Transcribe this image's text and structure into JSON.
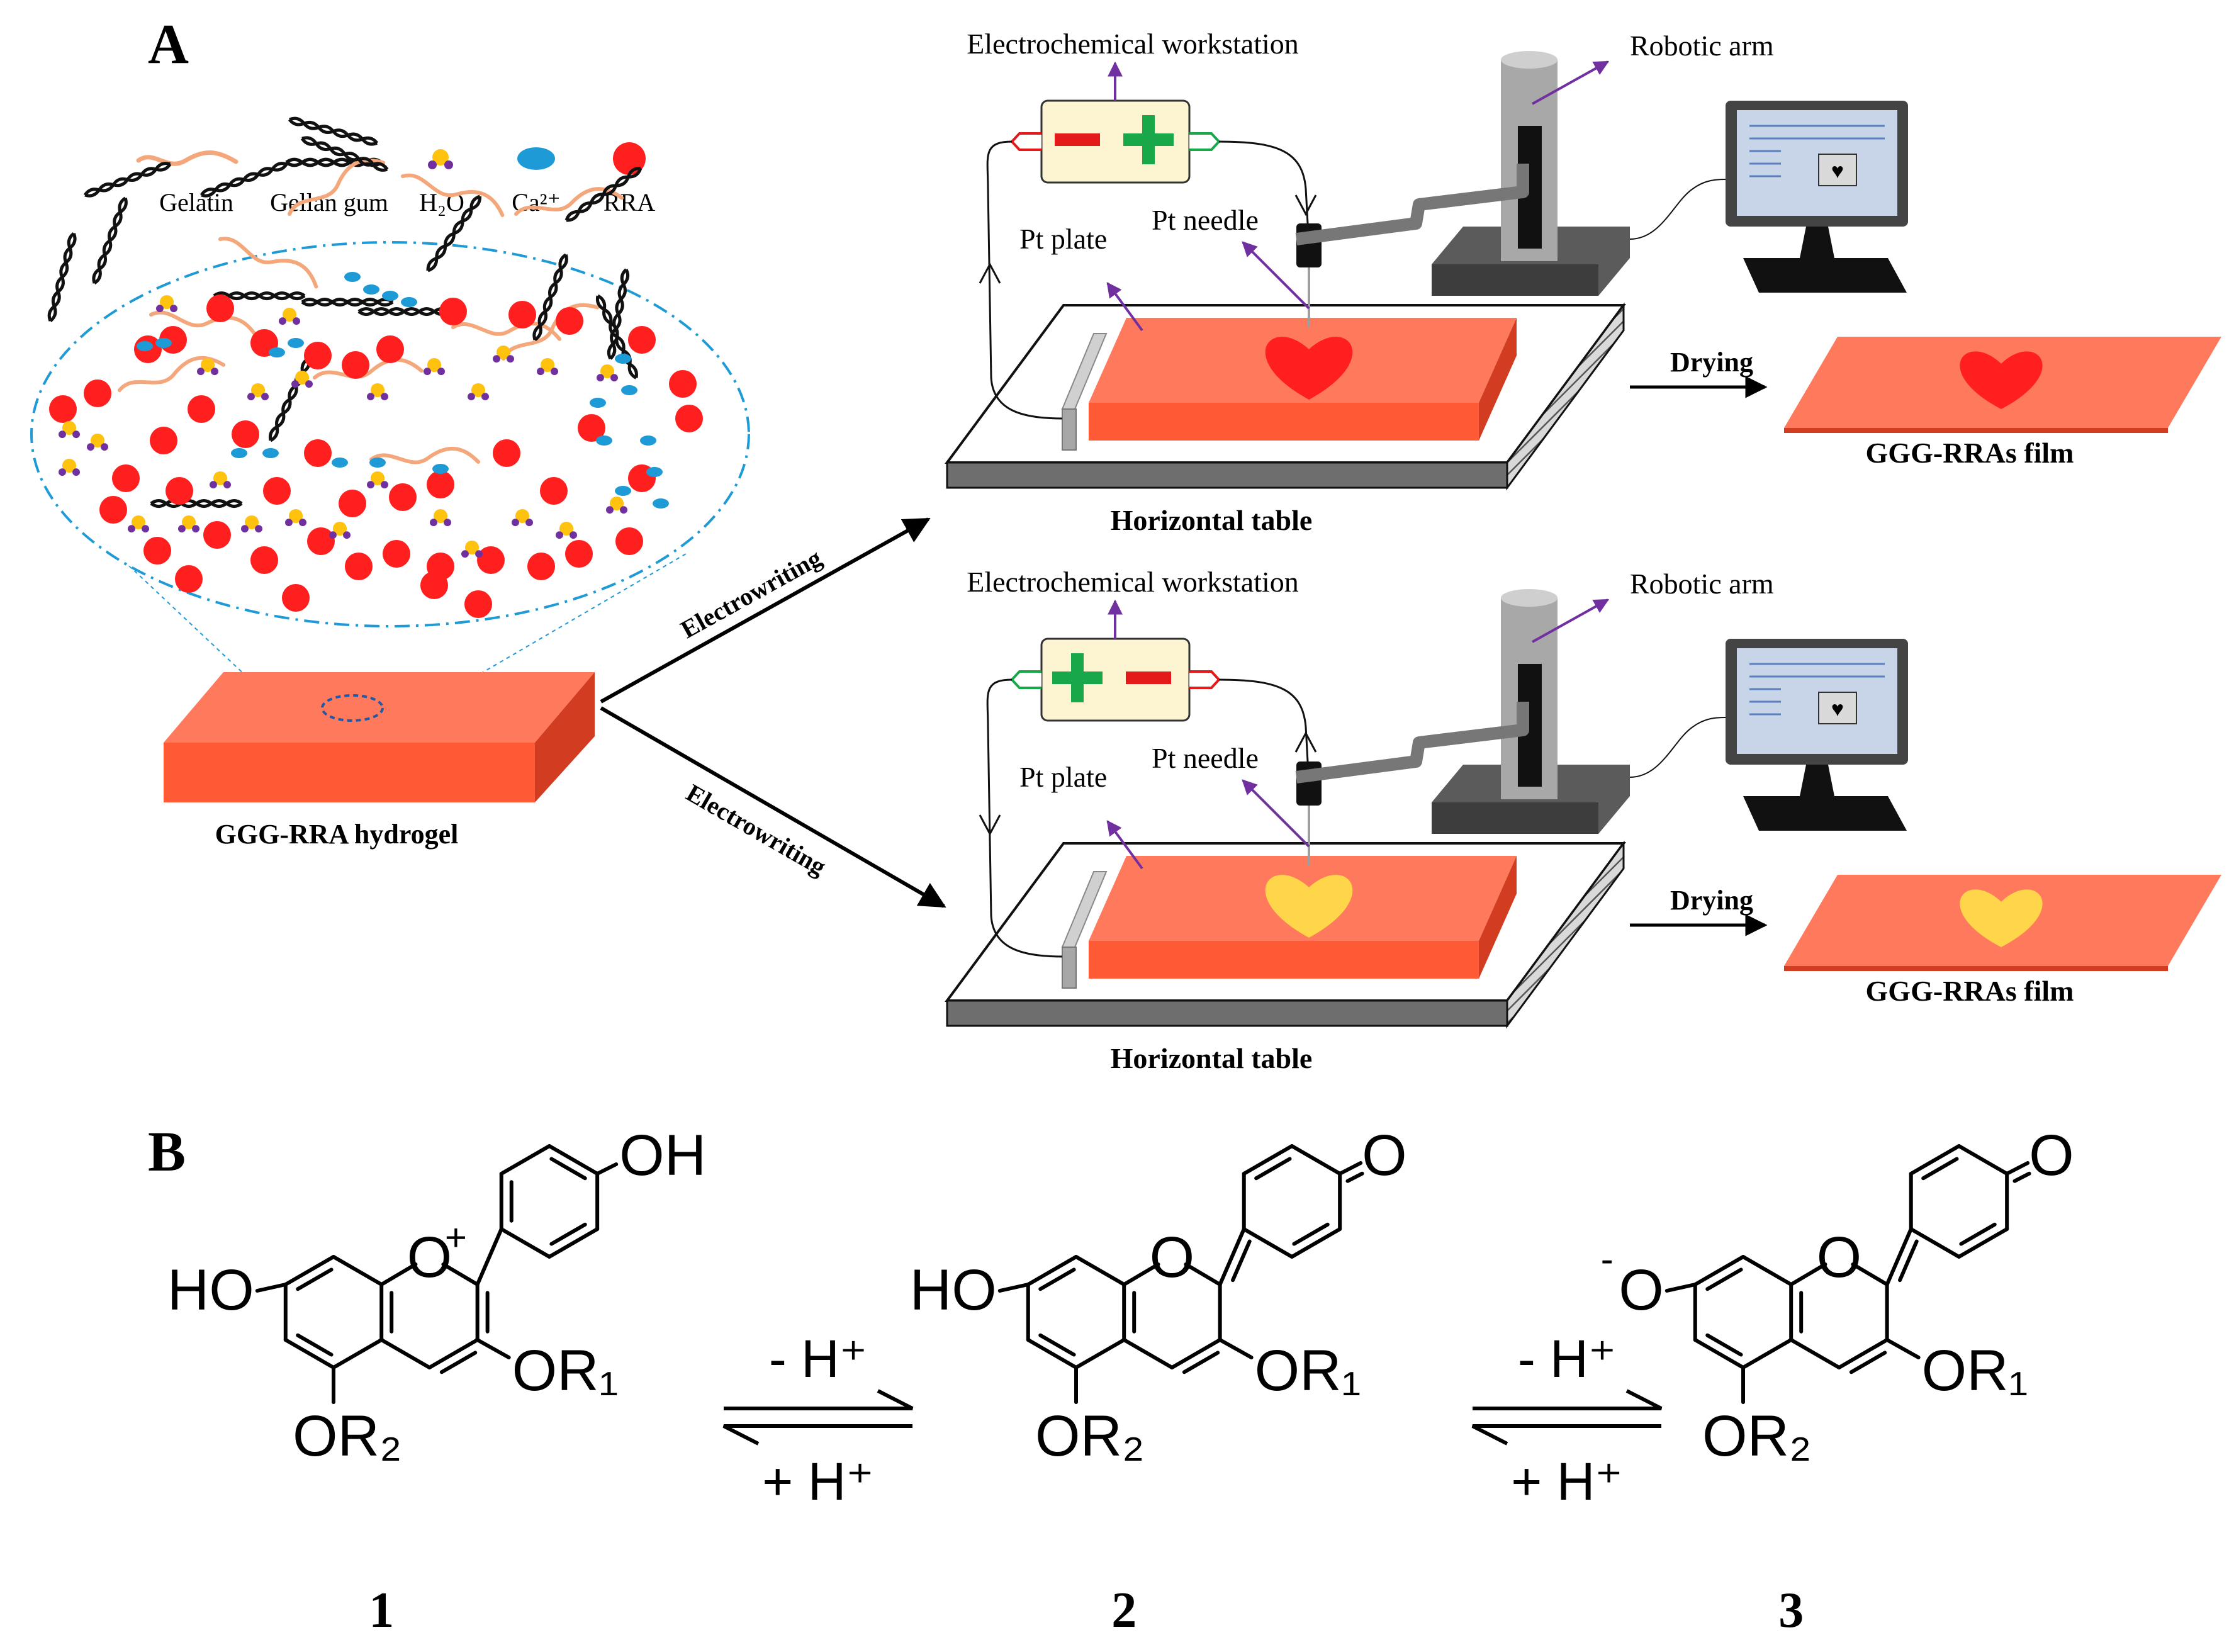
{
  "panelA": {
    "label": "A",
    "legend": [
      {
        "label": "Gelatin",
        "icon": "gelatin-icon"
      },
      {
        "label": "Gellan gum",
        "icon": "gellan-gum-icon"
      },
      {
        "label": "H₂O",
        "icon": "water-icon"
      },
      {
        "label": "Ca²⁺",
        "icon": "calcium-icon"
      },
      {
        "label": "RRA",
        "icon": "rra-icon"
      }
    ],
    "hydrogel_label": "GGG-RRA hydrogel",
    "process_label": "Electrowriting",
    "setups": [
      {
        "workstation_label": "Electrochemical workstation",
        "robotic_arm_label": "Robotic arm",
        "plate_label": "Pt plate",
        "needle_label": "Pt needle",
        "table_label": "Horizontal table",
        "drying_label": "Drying",
        "film_label": "GGG-RRAs film",
        "polarity": [
          "-",
          "+"
        ],
        "heart_color": "#ff1f1f"
      },
      {
        "workstation_label": "Electrochemical workstation",
        "robotic_arm_label": "Robotic arm",
        "plate_label": "Pt plate",
        "needle_label": "Pt needle",
        "table_label": "Horizontal table",
        "drying_label": "Drying",
        "film_label": "GGG-RRAs film",
        "polarity": [
          "+",
          "-"
        ],
        "heart_color": "#ffd54a"
      }
    ],
    "colors": {
      "hydrogel": "#ff6347",
      "hydrogel_side": "#e0391c",
      "rra": "#ff1f1f",
      "water_o": "#ffc20e",
      "water_h": "#7030a0",
      "calcium": "#1e9ad6",
      "gelatin": "#f4a77a",
      "pointer": "#7030a0",
      "plus": "#18a84a",
      "minus": "#e41a1a",
      "workstation": "#fdf4d2"
    }
  },
  "panelB": {
    "label": "B",
    "structures": [
      {
        "number": "1",
        "top_group": "OH",
        "left_group": "HO",
        "ring_o": "O",
        "ring_o_charge": "+",
        "r1": "OR₁",
        "r2": "OR₂"
      },
      {
        "number": "2",
        "top_group": "O",
        "left_group": "HO",
        "ring_o": "O",
        "r1": "OR₁",
        "r2": "OR₂"
      },
      {
        "number": "3",
        "top_group": "O",
        "left_group": "O",
        "left_charge": "-",
        "ring_o": "O",
        "r1": "OR₁",
        "r2": "OR₂"
      }
    ],
    "equilibria": [
      {
        "forward": "- H⁺",
        "reverse": "+ H⁺"
      },
      {
        "forward": "- H⁺",
        "reverse": "+ H⁺"
      }
    ]
  }
}
